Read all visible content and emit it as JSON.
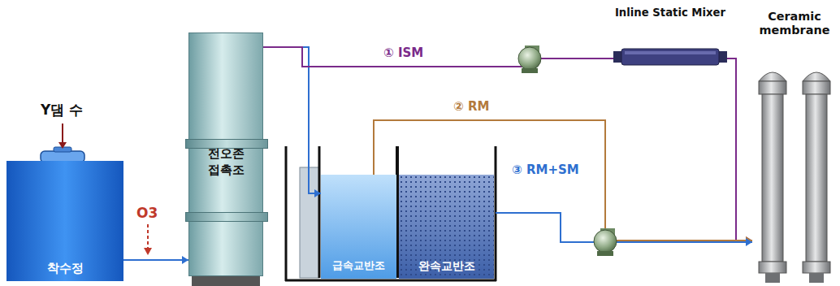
{
  "diagram": {
    "nodes": [
      {
        "text": [
          "착수정"
        ]
      },
      {
        "text": [
          "전오존 접촉조"
        ]
      },
      {
        "text": [
          "급속교반조"
        ]
      },
      {
        "text": [
          "완속교반조"
        ]
      },
      {
        "text": [
          "Inline Static Mixer"
        ]
      },
      {
        "text": [
          "Ceramic membrane"
        ]
      }
    ],
    "edges": [
      {
        "from": 0,
        "to": 1,
        "arrow": "to"
      },
      {
        "from": 1,
        "to": 2,
        "arrow": "to"
      },
      {
        "from": 1,
        "to": 4,
        "label": "① ISM",
        "arrow": "none"
      },
      {
        "from": 4,
        "to": 5,
        "arrow": "to"
      },
      {
        "from": 2,
        "to": 5,
        "label": "② RM",
        "arrow": "to"
      },
      {
        "from": 3,
        "to": 5,
        "label": "③ RM+SM",
        "arrow": "to"
      }
    ],
    "labels": [
      "Y댐 수",
      "O3"
    ]
  }
}
